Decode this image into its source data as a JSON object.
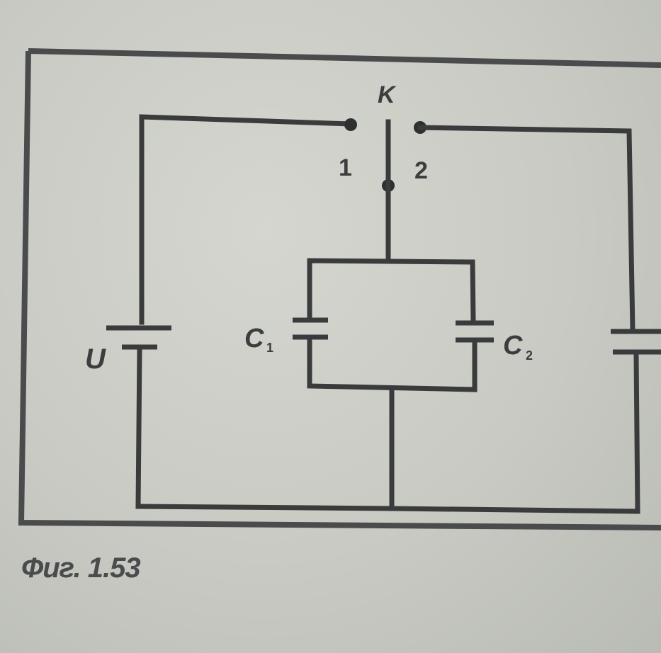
{
  "diagram": {
    "switch_label": "K",
    "contact_1_label": "1",
    "contact_2_label": "2",
    "source_label": "U",
    "capacitor_1_label": "C",
    "capacitor_1_subscript": "1",
    "capacitor_2_label": "C",
    "capacitor_2_subscript": "2"
  },
  "caption": "Фиг. 1.53"
}
